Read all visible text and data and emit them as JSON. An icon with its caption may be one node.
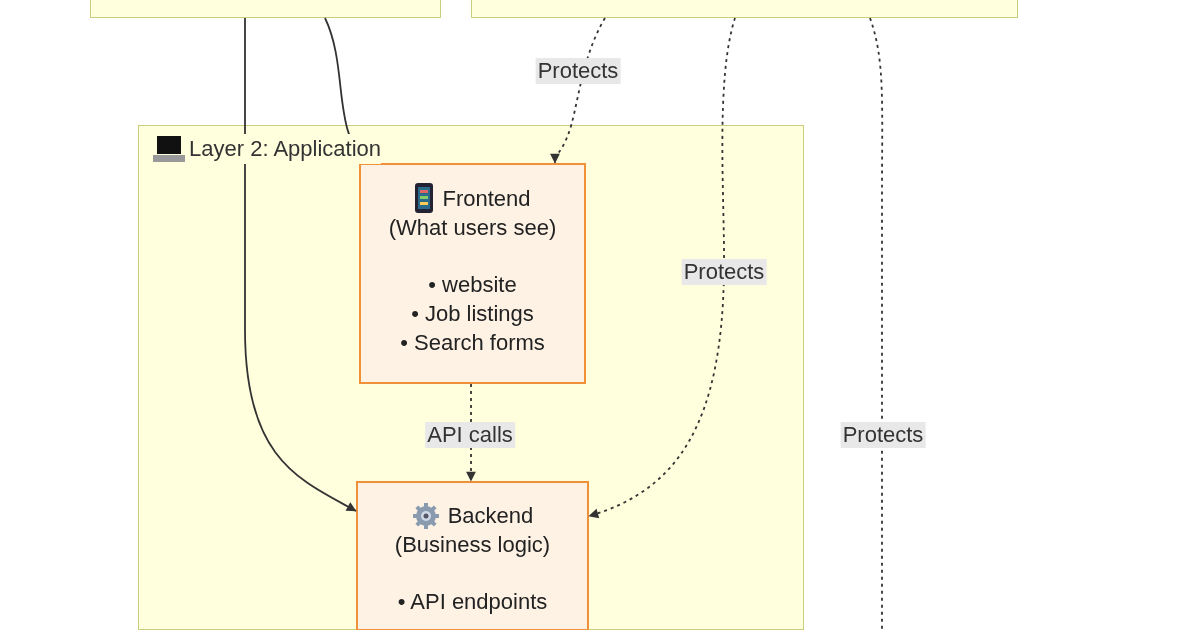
{
  "diagram": {
    "nodes": [
      {
        "text": [],
        "shape": "box"
      },
      {
        "text": [],
        "shape": "box"
      },
      {
        "text": [
          "Layer 2: Application"
        ]
      },
      {
        "text": [
          "Frontend",
          "(What users see)",
          "• website",
          "• Job listings",
          "• Search forms"
        ],
        "in": 2
      },
      {
        "text": [
          "Backend",
          "(Business logic)",
          "• API endpoints"
        ],
        "in": 2
      }
    ],
    "edges": [
      {
        "from": 0,
        "to": 3,
        "arrow": "to"
      },
      {
        "from": 0,
        "to": 4,
        "arrow": "to"
      },
      {
        "from": 1,
        "to": 3,
        "arrow": "to",
        "style": "dashed",
        "label": "Protects"
      },
      {
        "from": 1,
        "to": 4,
        "arrow": "to",
        "style": "dashed",
        "label": "Protects"
      },
      {
        "from": 1,
        "to": null,
        "arrow": "none",
        "style": "dashed",
        "label": "Protects"
      },
      {
        "from": 3,
        "to": 4,
        "arrow": "to",
        "style": "dashed",
        "label": "API calls"
      }
    ]
  }
}
